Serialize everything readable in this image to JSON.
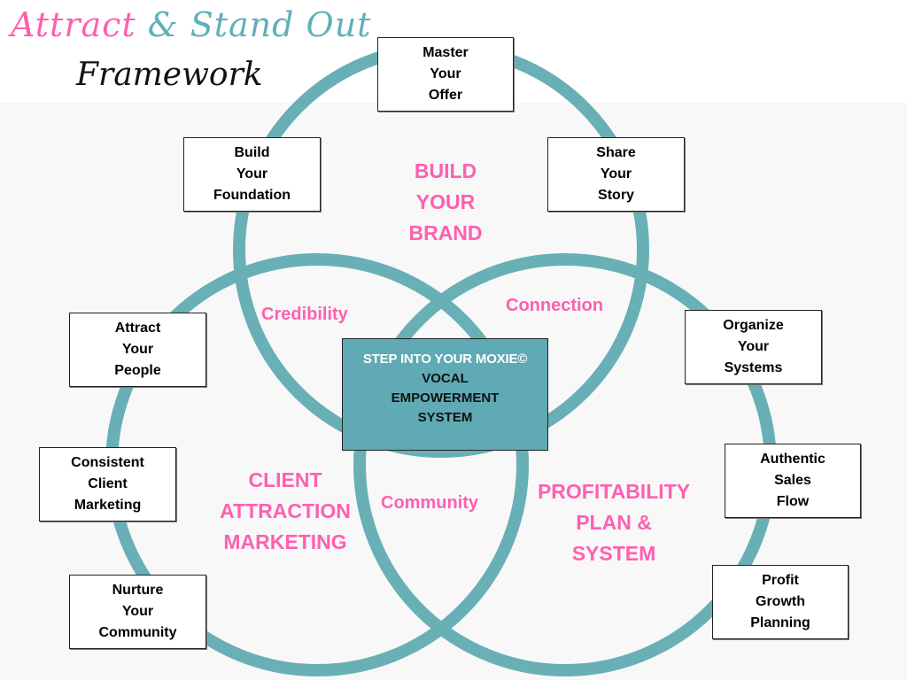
{
  "title": {
    "part1": "Attract",
    "part2": "& Stand Out",
    "line2": "Framework"
  },
  "colors": {
    "circle_stroke": "#68b0b6",
    "pink_text": "#ff5fb1",
    "center_fill": "#5faab4",
    "background_band": "#f8f8f8"
  },
  "circles": [
    {
      "id": "build-your-brand",
      "label_lines": [
        "BUILD",
        "YOUR",
        "BRAND"
      ]
    },
    {
      "id": "client-attraction-marketing",
      "label_lines": [
        "CLIENT",
        "ATTRACTION",
        "MARKETING"
      ]
    },
    {
      "id": "profitability-plan-system",
      "label_lines": [
        "PROFITABILITY",
        "PLAN &",
        "SYSTEM"
      ]
    }
  ],
  "overlaps": {
    "credibility": "Credibility",
    "connection": "Connection",
    "community": "Community"
  },
  "center": {
    "brand": "STEP INTO YOUR MOXIE©",
    "lines": [
      "VOCAL",
      "EMPOWERMENT",
      "SYSTEM"
    ]
  },
  "boxes": {
    "master_offer": [
      "Master",
      "Your",
      "Offer"
    ],
    "build_foundation": [
      "Build",
      "Your",
      "Foundation"
    ],
    "share_story": [
      "Share",
      "Your",
      "Story"
    ],
    "attract_people": [
      "Attract",
      "Your",
      "People"
    ],
    "consistent_marketing": [
      "Consistent",
      "Client",
      "Marketing"
    ],
    "nurture_community": [
      "Nurture",
      "Your",
      "Community"
    ],
    "organize_systems": [
      "Organize",
      "Your",
      "Systems"
    ],
    "sales_flow": [
      "Authentic",
      "Sales",
      "Flow"
    ],
    "profit_planning": [
      "Profit",
      "Growth",
      "Planning"
    ]
  }
}
